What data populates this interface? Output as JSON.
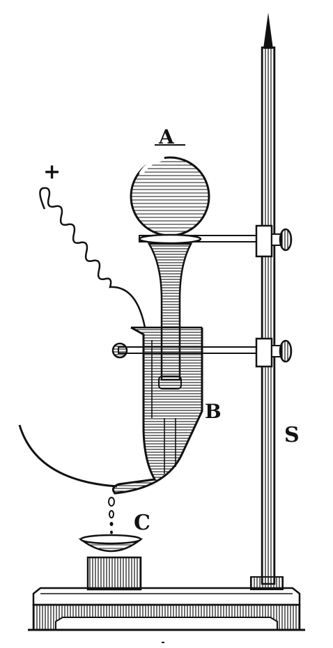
{
  "labels": {
    "plus": "+",
    "a": "A",
    "b": "B",
    "c": "C",
    "s": "S"
  },
  "colors": {
    "ink": "#111111",
    "paper": "#ffffff"
  }
}
